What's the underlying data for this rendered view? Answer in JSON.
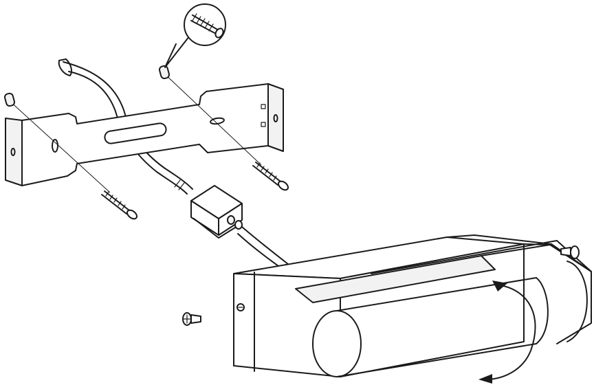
{
  "figure": {
    "kind": "exploded assembly drawing",
    "labels": []
  },
  "parts": [
    "wall-bracket",
    "wall-plug",
    "wood-screw",
    "junction-box",
    "power-cable",
    "lamp-body",
    "set-screw"
  ],
  "icons": {
    "callout": "screw-detail-icon",
    "rotation": "rotation-arrow-icon"
  },
  "colors": {
    "line": "#1a1a1a",
    "background": "#ffffff"
  }
}
